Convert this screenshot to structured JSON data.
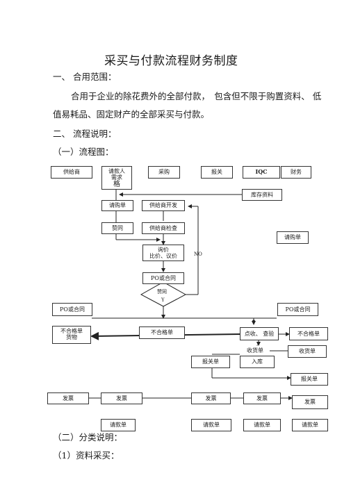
{
  "doc": {
    "title": "采买与付款流程财务制度",
    "s1_num": "一、",
    "s1_head": "合用范围：",
    "s1_p1": "合用于企业的除花费外的全部付款，　包含但不限于购置资料、 低",
    "s1_p2": "值易耗品、固定财产的全部采买与付款。",
    "s2_num": "二、",
    "s2_head": "流程说明：",
    "sub1": "（一）流程图：",
    "sub2": "（二）分类说明：",
    "sub3": "（1）资料采买："
  },
  "flow": {
    "h_supplier": "供给商",
    "h_requester": "请款人",
    "h_requester_sub": "需求",
    "h_requester_sub2": "格",
    "h_purchase": "采购",
    "h_customs": "报关",
    "h_iqc": "IQC",
    "h_finance": "财务",
    "inventory": "库存资料",
    "req_form": "请购单",
    "dev": "供给商开发",
    "approve1": "赞同",
    "check": "供给商检查",
    "req_form2": "请购单",
    "inquiry1": "询价",
    "inquiry2": "比价、议价",
    "no": "NO",
    "po": "PO或合同",
    "approve2": "赞同",
    "yes": "Y",
    "po_left": "PO或合同",
    "po_right": "PO或合同",
    "rej_goods1": "不合格单",
    "rej_goods2": "货物",
    "rej_mid": "不合格单",
    "inspect": "点收、 查验",
    "rej_right": "不合格单",
    "y2": "y",
    "receive": "收货单",
    "receive_note": "收货单",
    "customs_form": "报关单",
    "stock_in": "入库",
    "customs_form2": "报关单",
    "inv1": "发票",
    "inv2": "发票",
    "inv3": "发票",
    "inv4": "发票",
    "inv5": "发票",
    "pay1": "请款单",
    "pay2": "请款单",
    "pay3": "请款单",
    "pay4": "请款单"
  }
}
